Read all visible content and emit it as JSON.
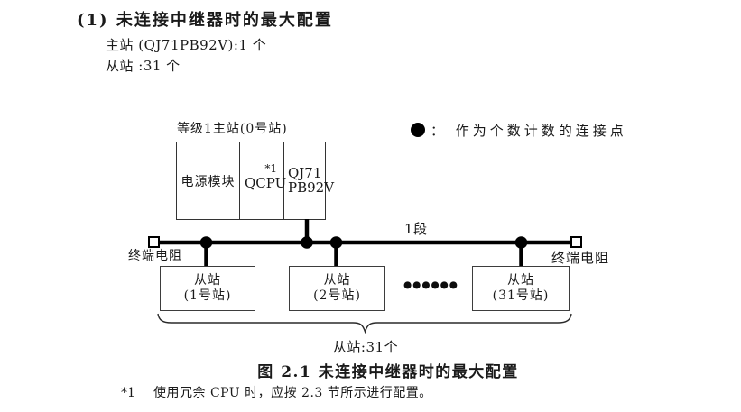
{
  "header": {
    "title": "(1) 未连接中继器时的最大配置",
    "master_count": "主站 (QJ71PB92V):1 个",
    "slave_count": "从站 :31 个"
  },
  "master_station": {
    "label": "等级1主站(0号站)",
    "power_module": "电源模块",
    "cpu": "QCPU",
    "cpu_ref": "*1",
    "module_line1": "QJ71",
    "module_line2": "PB92V"
  },
  "legend": {
    "text": "： 作为个数计数的连接点"
  },
  "bus": {
    "segment_label": "1段",
    "terminator_left": "终端电阻",
    "terminator_right": "终端电阻",
    "ellipsis": "●●●●●●"
  },
  "slaves": [
    {
      "line1": "从站",
      "line2": "(1号站)"
    },
    {
      "line1": "从站",
      "line2": "(2号站)"
    },
    {
      "line1": "从站",
      "line2": "(31号站)"
    }
  ],
  "brace_label": "从站:31个",
  "caption": "图 2.1 未连接中继器时的最大配置",
  "footnote": {
    "marker": "*1",
    "text": "使用冗余 CPU 时，应按 2.3 节所示进行配置。"
  },
  "colors": {
    "ink": "#1a1a1a",
    "line": "#000000"
  }
}
